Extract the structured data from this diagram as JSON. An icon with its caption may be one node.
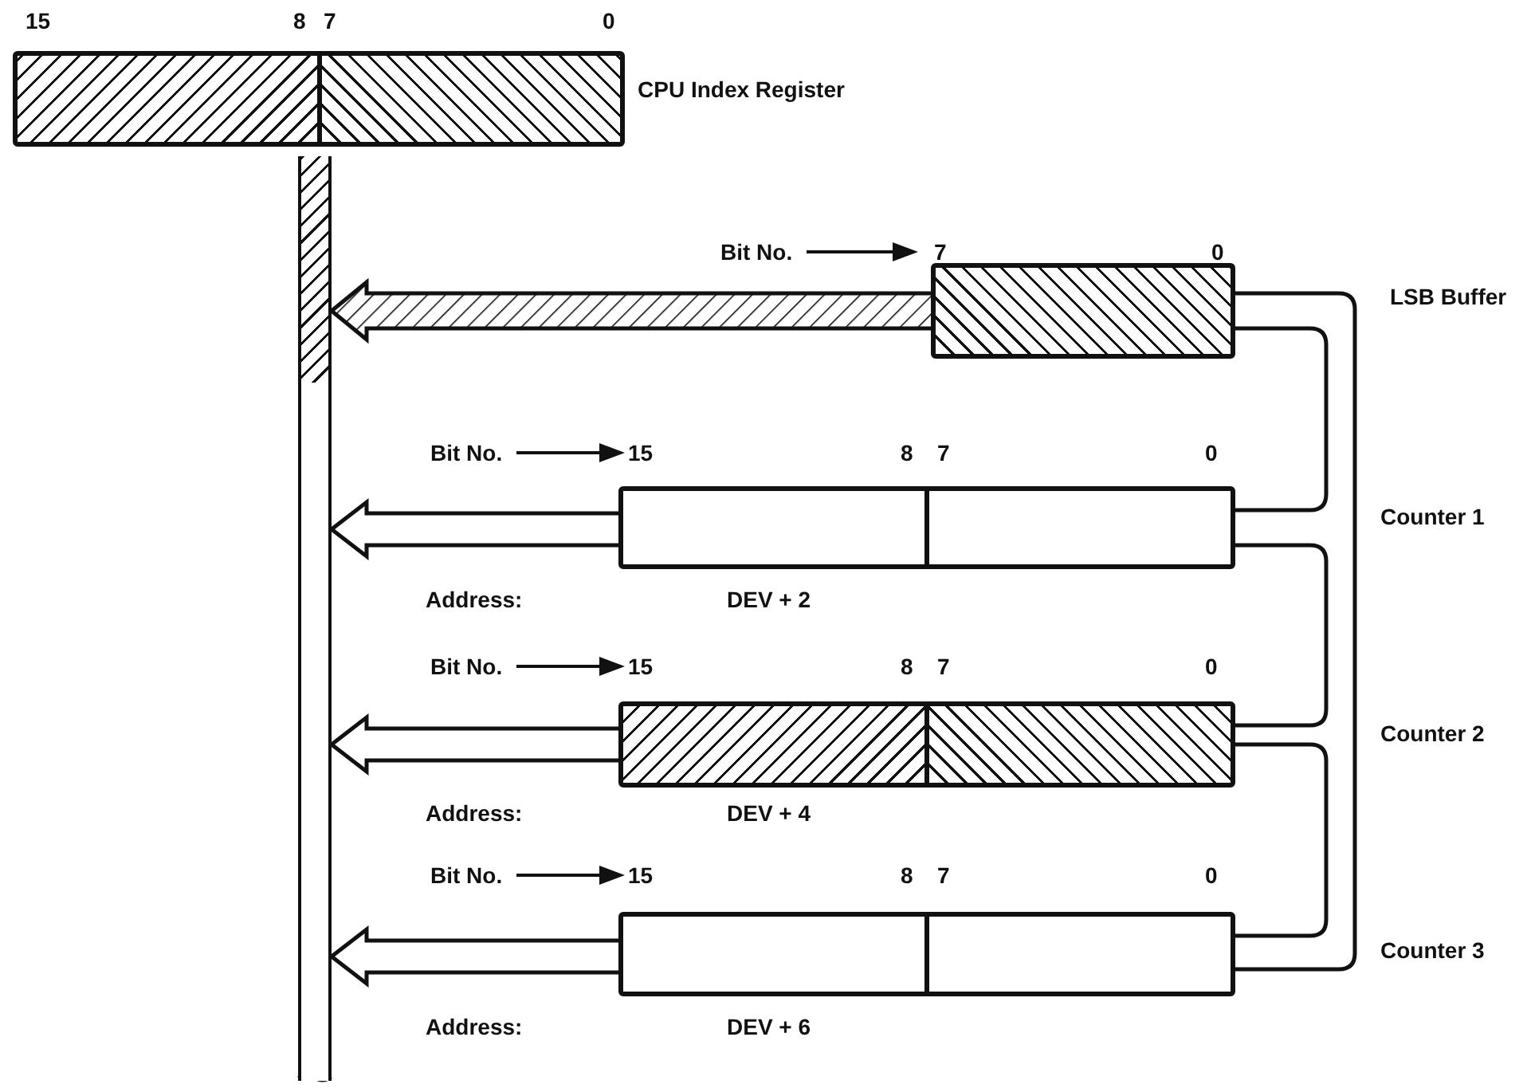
{
  "diagram": {
    "nodes": [
      {
        "text": [],
        "shape": "box",
        "beside": [
          "CPU Index Register"
        ]
      },
      {
        "text": [],
        "shape": "bar"
      },
      {
        "text": [],
        "shape": "box"
      },
      {
        "text": [],
        "shape": "box"
      },
      {
        "text": [],
        "shape": "box"
      },
      {
        "text": [],
        "shape": "box"
      }
    ],
    "edges": [
      {
        "from": 2,
        "to": 1,
        "arrow": "to",
        "style": "thick"
      },
      {
        "from": 3,
        "to": 1,
        "arrow": "to",
        "style": "thick"
      },
      {
        "from": 4,
        "to": 1,
        "arrow": "to",
        "style": "thick"
      },
      {
        "from": 5,
        "to": 1,
        "arrow": "to",
        "style": "thick"
      },
      {
        "from": 2,
        "to": 5,
        "arrow": "none"
      },
      {
        "from": 2,
        "to": 3,
        "arrow": "none"
      },
      {
        "from": 3,
        "to": 4,
        "arrow": "none"
      },
      {
        "from": 4,
        "to": 5,
        "arrow": "none"
      }
    ],
    "labels": [
      "15",
      "8",
      "7",
      "0",
      "Bit No.",
      "7",
      "0",
      "LSB Buffer",
      "Bit No.",
      "15",
      "8",
      "7",
      "0",
      "Counter 1",
      "Address:",
      "DEV + 2",
      "Bit No.",
      "15",
      "8",
      "7",
      "0",
      "Counter 2",
      "Address:",
      "DEV + 4",
      "Bit No.",
      "15",
      "8",
      "7",
      "0",
      "Counter 3",
      "Address:",
      "DEV + 6"
    ]
  }
}
